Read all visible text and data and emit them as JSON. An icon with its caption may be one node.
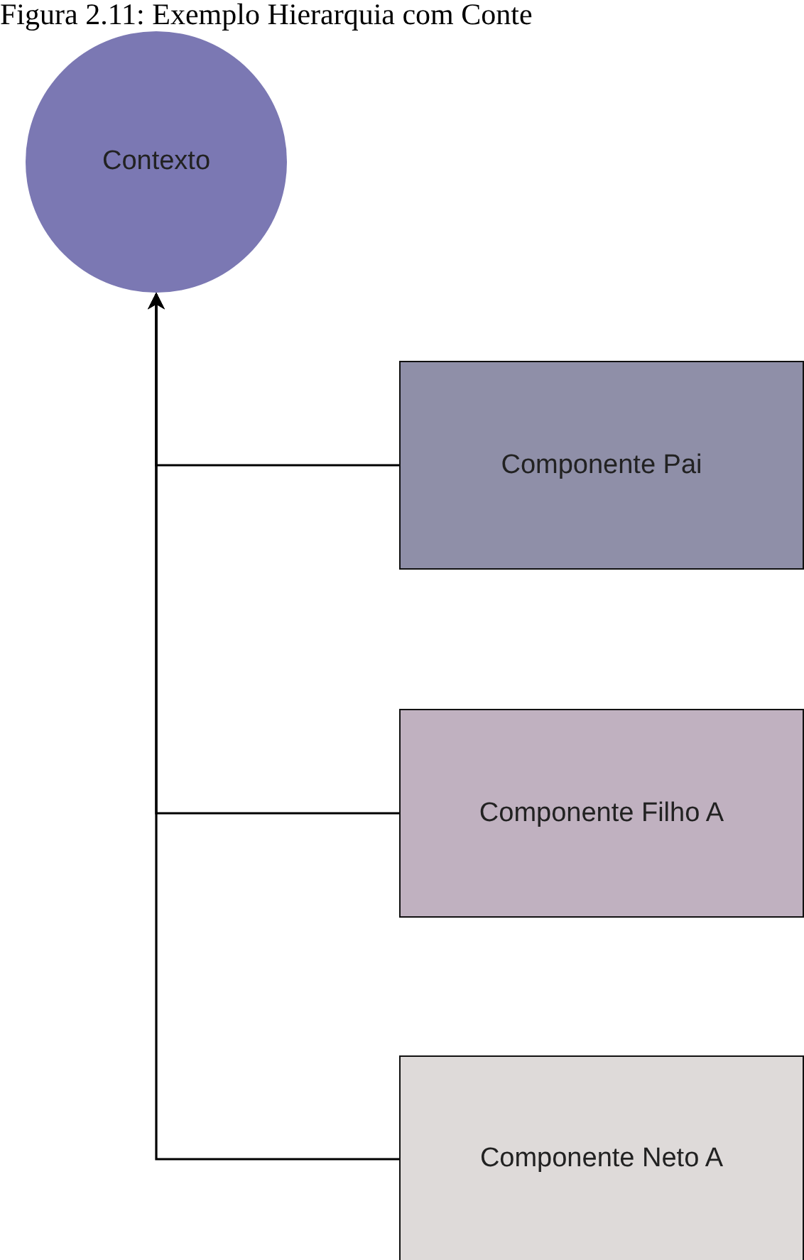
{
  "diagram": {
    "title": "Figura 2.11: Exemplo Hierarquia com Conte",
    "nodes": [
      {
        "text": [
          "Contexto"
        ]
      },
      {
        "text": [
          "Componente Pai"
        ]
      },
      {
        "text": [
          "Componente Filho A"
        ]
      },
      {
        "text": [
          "Componente Neto A"
        ]
      }
    ],
    "edges": [
      {
        "from": 1,
        "to": 0,
        "arrow": "to"
      },
      {
        "from": 2,
        "to": 0,
        "arrow": "to"
      },
      {
        "from": 3,
        "to": 0,
        "arrow": "to"
      }
    ]
  }
}
